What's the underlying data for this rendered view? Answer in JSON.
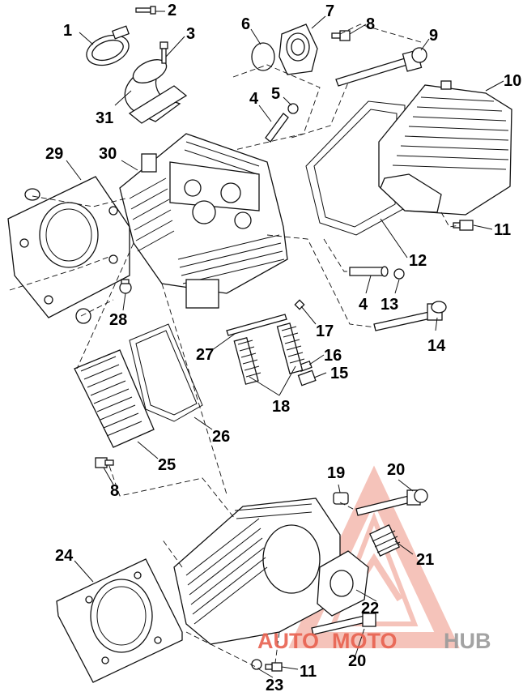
{
  "callouts": {
    "c1": "1",
    "c2": "2",
    "c3": "3",
    "c4a": "4",
    "c4b": "4",
    "c5": "5",
    "c6": "6",
    "c7": "7",
    "c8a": "8",
    "c8b": "8",
    "c9": "9",
    "c10": "10",
    "c11a": "11",
    "c11b": "11",
    "c12": "12",
    "c13": "13",
    "c14": "14",
    "c15": "15",
    "c16": "16",
    "c17": "17",
    "c18": "18",
    "c19": "19",
    "c20a": "20",
    "c20b": "20",
    "c21": "21",
    "c22": "22",
    "c23": "23",
    "c24": "24",
    "c25": "25",
    "c26": "26",
    "c27": "27",
    "c28": "28",
    "c29": "29",
    "c30": "30",
    "c31": "31"
  },
  "watermark": {
    "auto": "AUTO",
    "moto": "MOTO",
    "hub": "HUB",
    "colors": {
      "red": "#e8614f",
      "gray": "#9a9a9a",
      "pale_red": "#f4b9ae"
    }
  }
}
